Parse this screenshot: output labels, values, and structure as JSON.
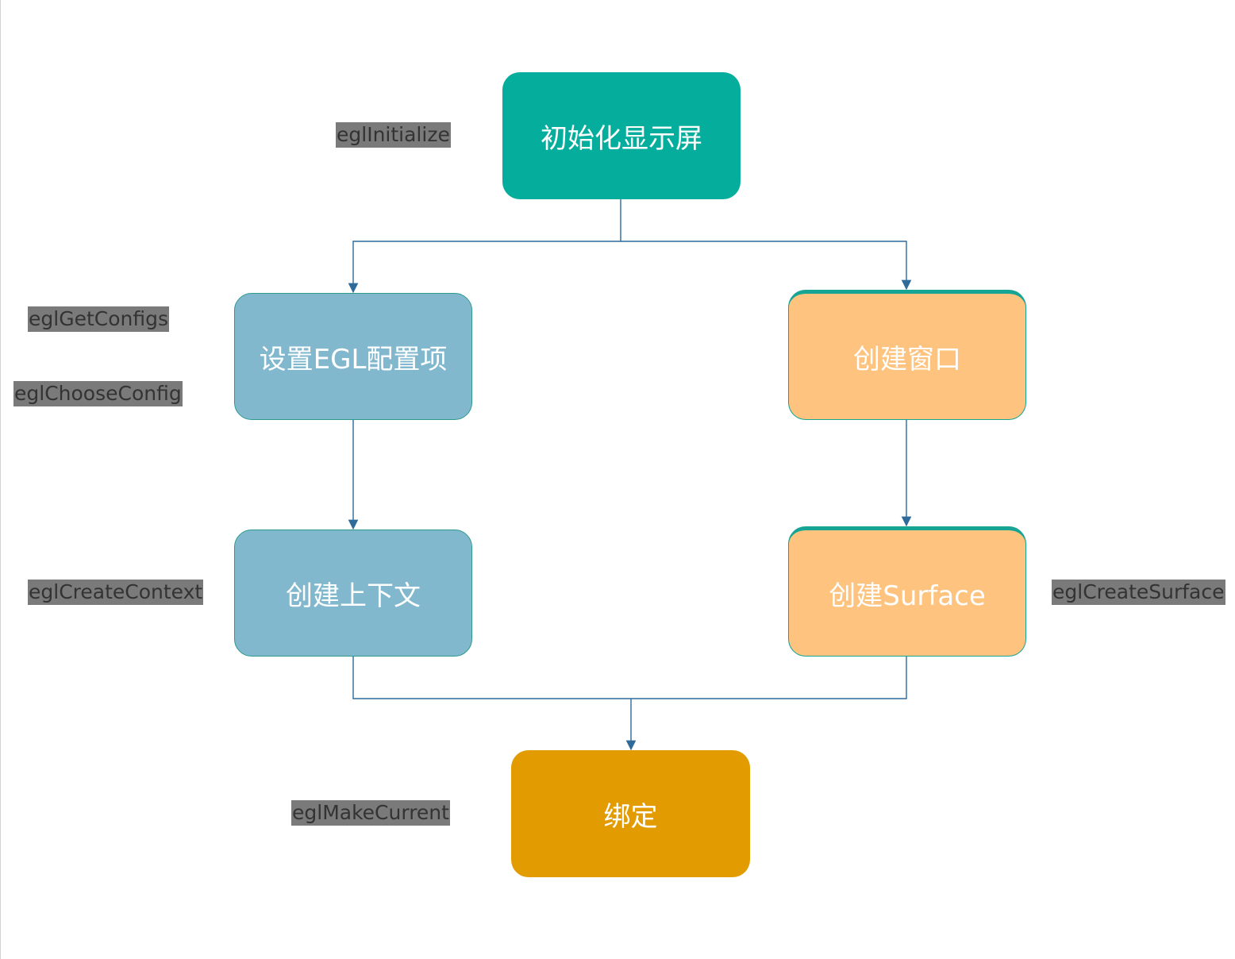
{
  "nodes": {
    "init_display": "初始化显示屏",
    "configure_egl": "设置EGL配置项",
    "create_window": "创建窗口",
    "create_context": "创建上下文",
    "create_surface": "创建Surface",
    "bind": "绑定"
  },
  "api_labels": {
    "egl_initialize": "eglInitialize",
    "egl_get_configs": "eglGetConfigs",
    "egl_choose_config": "eglChooseConfig",
    "egl_create_context": "eglCreateContext",
    "egl_create_surface": "eglCreateSurface",
    "egl_make_current": "eglMakeCurrent"
  },
  "colors": {
    "teal": "#04ad9c",
    "blue": "#82b8ce",
    "orange": "#fec37f",
    "gold": "#e29b01",
    "connector": "#2e6a9a",
    "label_bg": "#7a7a7a"
  }
}
